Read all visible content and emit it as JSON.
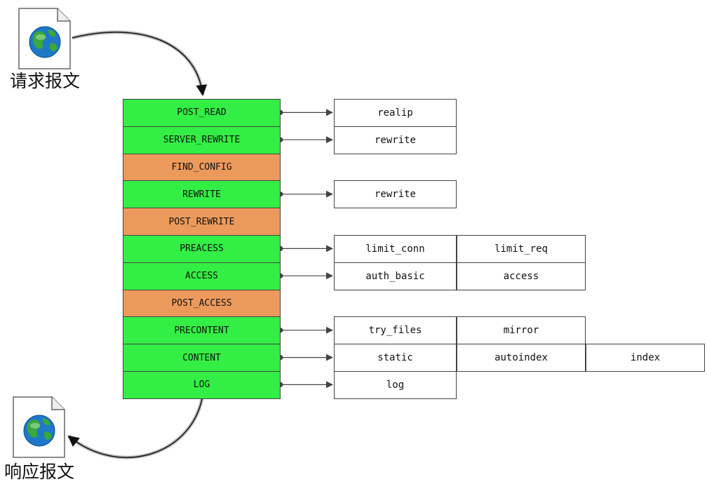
{
  "request_label": "请求报文",
  "response_label": "响应报文",
  "colors": {
    "handler_phase": "#33ee44",
    "builtin_phase": "#ec9a5c",
    "module_box": "#ffffff",
    "stroke": "#444444",
    "globe_ocean": "#1e78c8",
    "globe_land": "#3aa83a"
  },
  "icons": [
    "document-globe-icon",
    "document-globe-icon"
  ],
  "phases": [
    {
      "name": "POST_READ",
      "kind": "handler",
      "modules": [
        "realip"
      ]
    },
    {
      "name": "SERVER_REWRITE",
      "kind": "handler",
      "modules": [
        "rewrite"
      ]
    },
    {
      "name": "FIND_CONFIG",
      "kind": "builtin",
      "modules": []
    },
    {
      "name": "REWRITE",
      "kind": "handler",
      "modules": [
        "rewrite"
      ]
    },
    {
      "name": "POST_REWRITE",
      "kind": "builtin",
      "modules": []
    },
    {
      "name": "PREACESS",
      "kind": "handler",
      "modules": [
        "limit_conn",
        "limit_req"
      ]
    },
    {
      "name": "ACCESS",
      "kind": "handler",
      "modules": [
        "auth_basic",
        "access"
      ]
    },
    {
      "name": "POST_ACCESS",
      "kind": "builtin",
      "modules": []
    },
    {
      "name": "PRECONTENT",
      "kind": "handler",
      "modules": [
        "try_files",
        "mirror"
      ]
    },
    {
      "name": "CONTENT",
      "kind": "handler",
      "modules": [
        "static",
        "autoindex",
        "index"
      ]
    },
    {
      "name": "LOG",
      "kind": "handler",
      "modules": [
        "log"
      ]
    }
  ]
}
